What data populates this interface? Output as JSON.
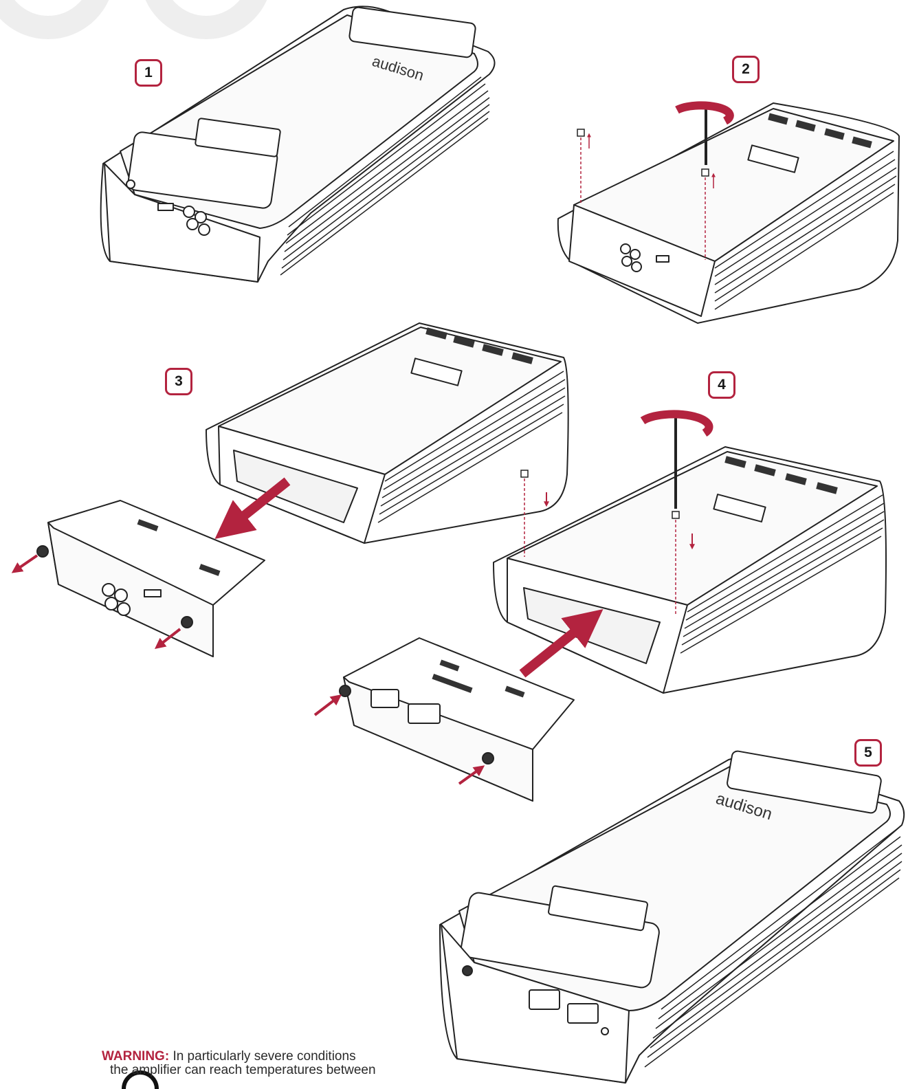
{
  "steps": [
    {
      "label": "1"
    },
    {
      "label": "2"
    },
    {
      "label": "3"
    },
    {
      "label": "4"
    },
    {
      "label": "5"
    }
  ],
  "brand": "audison",
  "warning": {
    "label": "WARNING:",
    "line1": "In particularly severe conditions",
    "line2": "the amplifier can reach temperatures between"
  },
  "colors": {
    "accent": "#b3233f",
    "ink": "#222222",
    "watermark": "#eeeeee"
  }
}
